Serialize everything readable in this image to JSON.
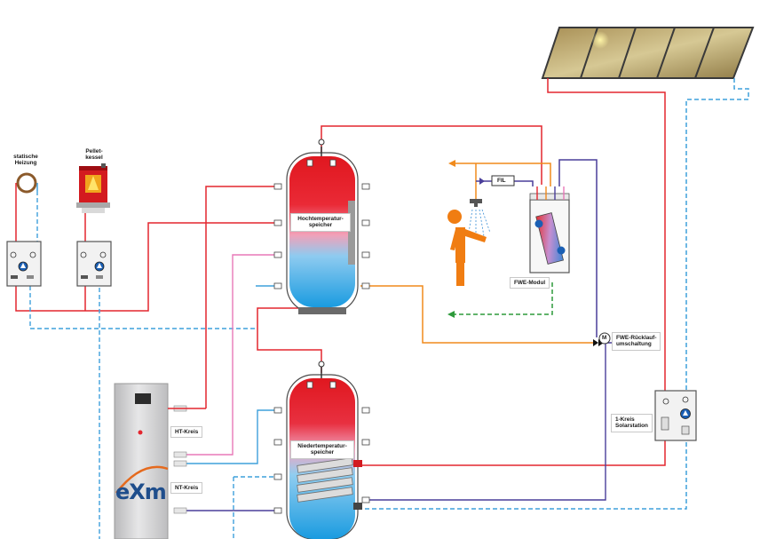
{
  "labels": {
    "static_heating": "statische\nHeizung",
    "pellet_boiler": "Pellet-\nkessel",
    "ht_storage": "Hochtemperatur-\nspeicher",
    "nt_storage": "Niedertemperatur-\nspeicher",
    "fwe_module": "FWE-Modul",
    "fwe_return_switch": "FWE-Rücklauf-\numschaltung",
    "solar_station": "1-Kreis\nSolarstation",
    "ht_circuit": "HT-Kreis",
    "nt_circuit": "NT-Kreis",
    "filter": "FIL",
    "motor": "M"
  },
  "brand": {
    "logo_text": "eXm"
  },
  "colors": {
    "hot_line": "#e3262f",
    "cold_line": "#3fa0dc",
    "warm_water_line": "#f08a1c",
    "recirculation_line": "#2d9a3a",
    "low_temp_flow": "#4a3e9a",
    "mid_flow": "#e879b8",
    "tank_hot": "#e21f26",
    "tank_cold": "#2aa4e2",
    "unit_body": "#c9c9cb",
    "person": "#f07d12"
  }
}
